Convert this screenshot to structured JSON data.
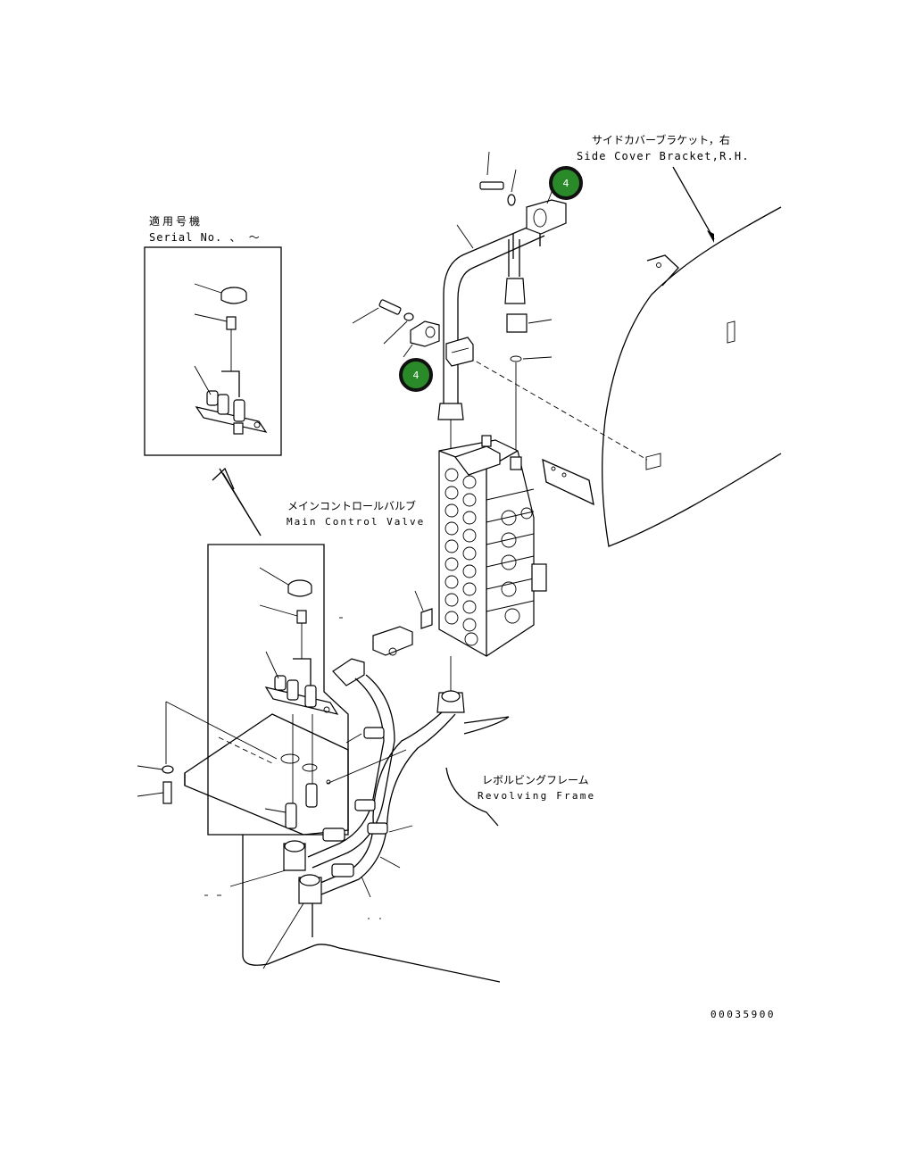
{
  "labels": {
    "side_cover_jp": "サイドカバーブラケット，右",
    "side_cover_en": "Side Cover Bracket,R.H.",
    "serial_jp": "適用号機",
    "serial_en": "Serial No.  、 ～",
    "mcv_jp": "メインコントロールバルブ",
    "mcv_en": "Main Control Valve",
    "frame_jp": "レボルビングフレーム",
    "frame_en": "Revolving Frame",
    "drawing_no": "00035900"
  },
  "badges": [
    {
      "label": "4"
    },
    {
      "label": "4"
    }
  ],
  "colors": {
    "badge_fill": "#2a8a2a",
    "line": "#000000"
  }
}
